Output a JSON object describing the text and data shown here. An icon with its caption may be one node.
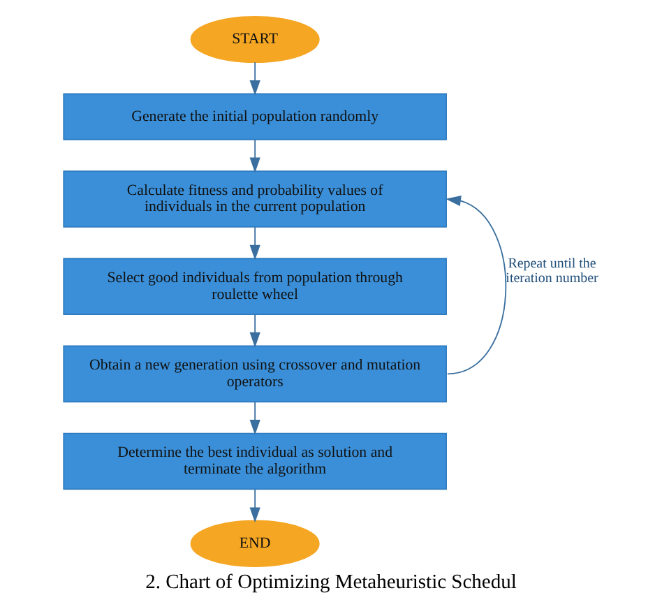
{
  "diagram": {
    "caption": "2. Chart of Optimizing Metaheuristic Schedul",
    "nodes": [
      {
        "text": [
          "START"
        ]
      },
      {
        "text": [
          "Generate the initial population randomly"
        ]
      },
      {
        "text": [
          "Calculate fitness and probability values of individuals in the current population"
        ]
      },
      {
        "text": [
          "Select good individuals from population through roulette wheel"
        ]
      },
      {
        "text": [
          "Obtain a new generation using crossover and mutation operators"
        ]
      },
      {
        "text": [
          "Determine the best individual as solution and terminate the algorithm"
        ]
      },
      {
        "text": [
          "END"
        ]
      }
    ],
    "edges": [
      {
        "from": 0,
        "to": 1,
        "arrow": "to"
      },
      {
        "from": 1,
        "to": 2,
        "arrow": "to"
      },
      {
        "from": 2,
        "to": 3,
        "arrow": "to"
      },
      {
        "from": 3,
        "to": 4,
        "arrow": "to"
      },
      {
        "from": 4,
        "to": 5,
        "arrow": "to"
      },
      {
        "from": 5,
        "to": 6,
        "arrow": "to"
      },
      {
        "from": 4,
        "to": 2,
        "arrow": "to",
        "label": "Repeat until the iteration number"
      }
    ]
  }
}
